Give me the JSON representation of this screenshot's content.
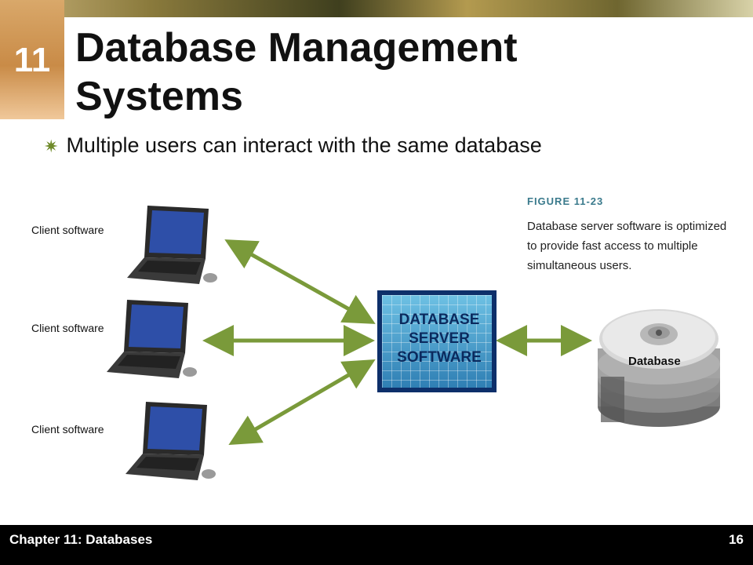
{
  "chapter_number": "11",
  "title": "Database Management Systems",
  "bullet": "Multiple users can interact with the same database",
  "clients": [
    {
      "label": "Client software"
    },
    {
      "label": "Client software"
    },
    {
      "label": "Client software"
    }
  ],
  "server": {
    "lines": [
      "DATABASE",
      "SERVER",
      "SOFTWARE"
    ]
  },
  "database_label": "Database",
  "figure": {
    "title": "FIGURE 11-23",
    "caption": "Database server software is optimized to provide fast access to multiple simultaneous users."
  },
  "footer": {
    "chapter": "Chapter 11: Databases",
    "page": "16"
  },
  "colors": {
    "arrow": "#7a9a3a",
    "footer_bg": "#000000",
    "server_border": "#0d2f6a",
    "figure_title": "#3a7a8c"
  }
}
